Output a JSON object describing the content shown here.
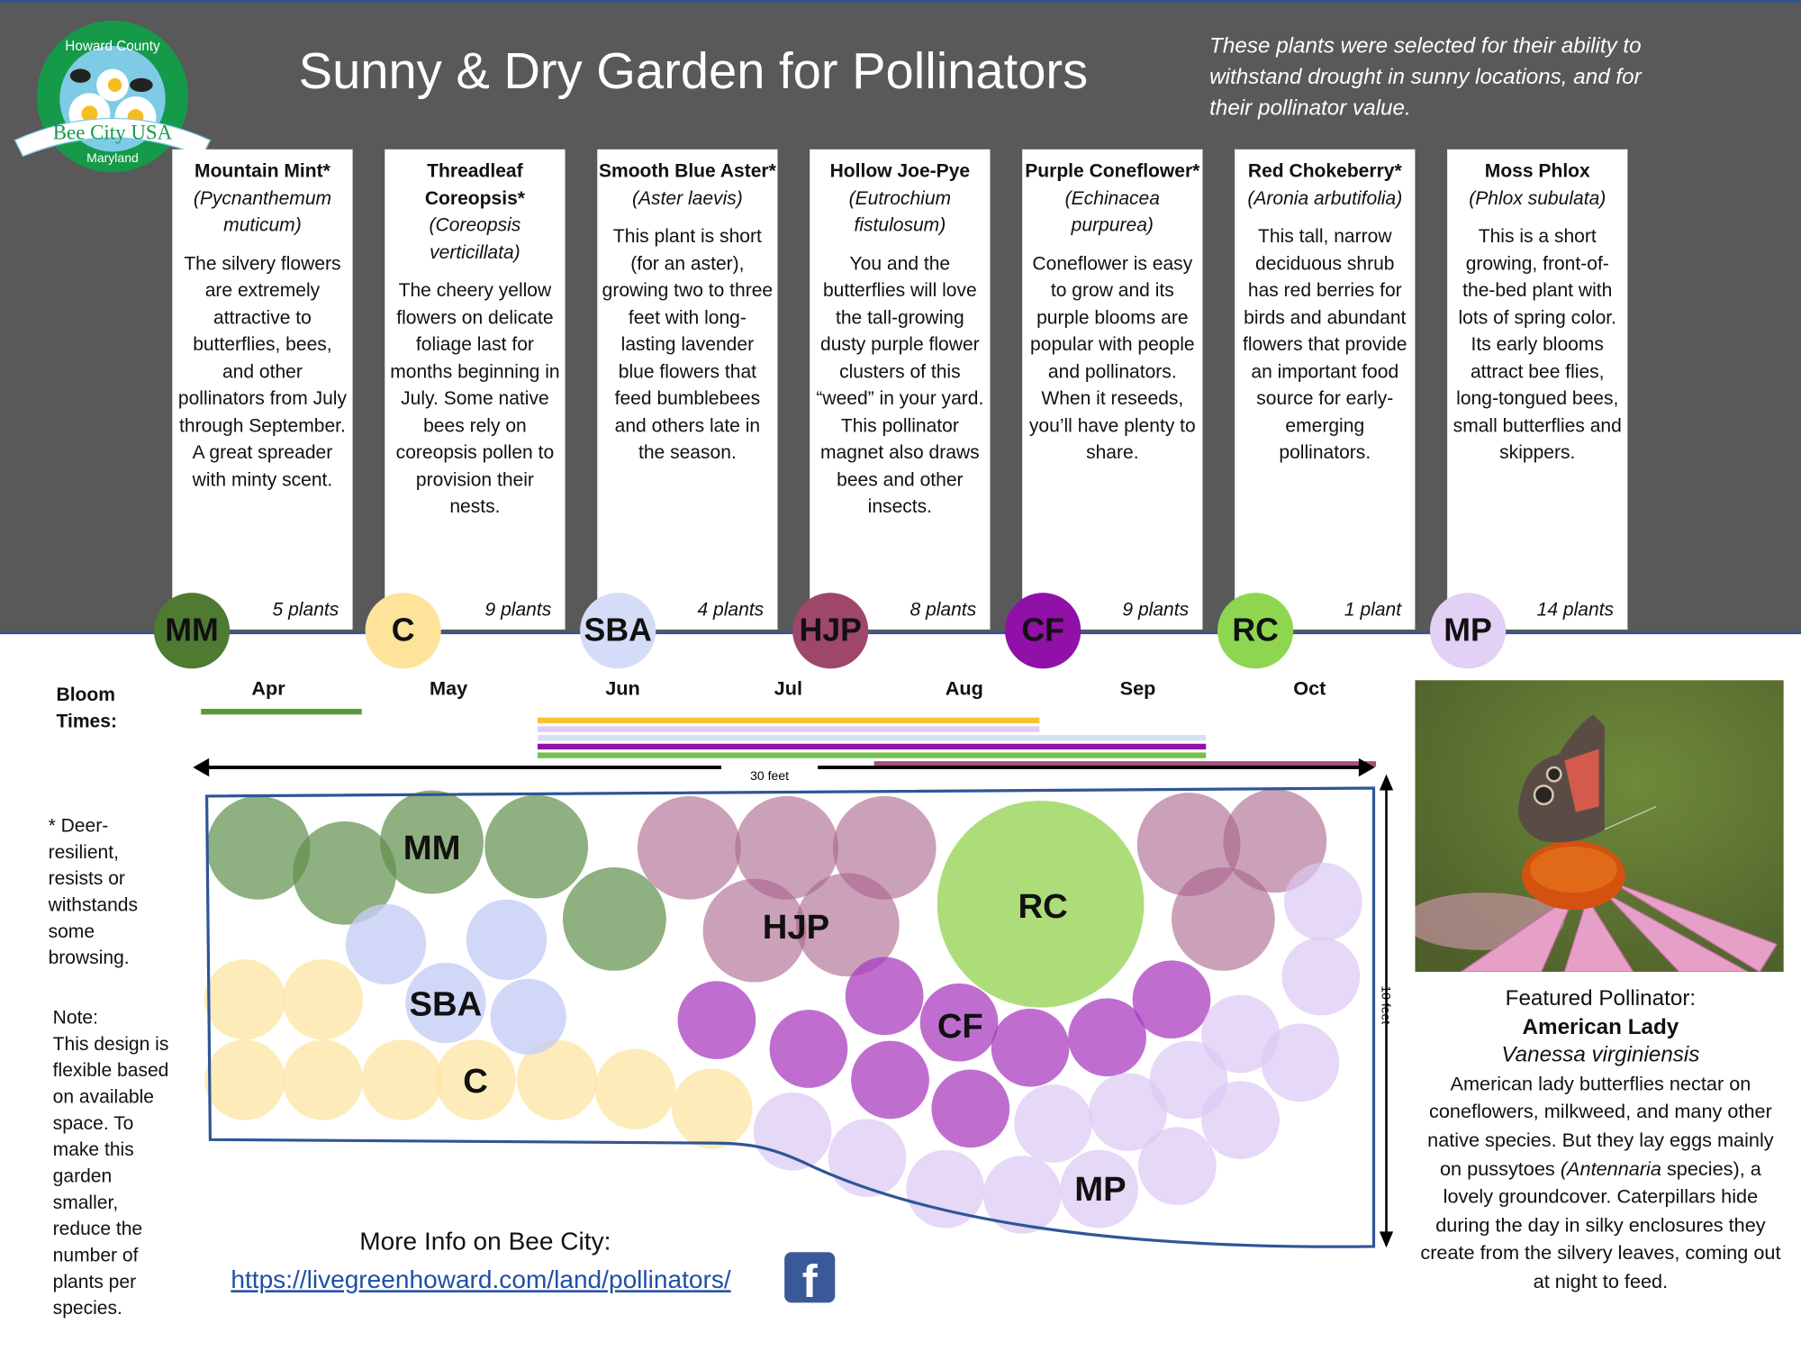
{
  "header": {
    "title": "Sunny & Dry Garden for Pollinators",
    "intro": "These plants were selected for their ability to withstand drought in sunny locations, and for their pollinator value.",
    "logo": {
      "top_text": "Howard County",
      "middle_text": "Bee City USA",
      "bottom_text": "Maryland"
    },
    "background": "#595959"
  },
  "plants": [
    {
      "code": "MM",
      "name": "Mountain Mint*",
      "scientific": "(Pycnanthemum muticum)",
      "description": "The silvery flowers are extremely attractive to butterflies, bees, and other pollinators from July through September. A great spreader with minty scent.",
      "count": "5 plants",
      "color": "#4e7a32",
      "garden_color": "#5f8f4a"
    },
    {
      "code": "C",
      "name": "Threadleaf Coreopsis*",
      "scientific": "(Coreopsis verticillata)",
      "description": "The cheery yellow flowers on delicate foliage last for months beginning in July. Some native bees rely on coreopsis pollen to provision their nests.",
      "count": "9 plants",
      "color": "#fde49a",
      "garden_color": "#fde6a8"
    },
    {
      "code": "SBA",
      "name": "Smooth Blue Aster*",
      "scientific": "(Aster laevis)",
      "description": "This plant is short (for an aster), growing two to three feet with long-lasting lavender blue flowers that feed bumblebees and others late in the season.",
      "count": "4 plants",
      "color": "#d5dcf7",
      "garden_color": "#c5cdf4"
    },
    {
      "code": "HJP",
      "name": "Hollow Joe-Pye",
      "scientific": "(Eutrochium fistulosum)",
      "description": "You and the butterflies will love the tall-growing dusty purple flower clusters of this “weed” in your yard. This pollinator magnet also draws bees and other insects.",
      "count": "8 plants",
      "color": "#9e476b",
      "garden_color": "#a8638a"
    },
    {
      "code": "CF",
      "name": "Purple Coneflower*",
      "scientific": "(Echinacea purpurea)",
      "description": "Coneflower is easy to grow and its purple blooms are popular with people and pollinators. When it reseeds, you’ll have plenty to share.",
      "count": "9 plants",
      "color": "#9010a8",
      "garden_color": "#a93dc0"
    },
    {
      "code": "RC",
      "name": "Red Chokeberry*",
      "scientific": "(Aronia arbutifolia)",
      "description": "This tall, narrow deciduous shrub has red berries for birds and abundant flowers that provide an important food source for early-emerging pollinators.",
      "count": "1 plant",
      "color": "#8fd650",
      "garden_color": "#a4d96a"
    },
    {
      "code": "MP",
      "name": "Moss Phlox",
      "scientific": "(Phlox subulata)",
      "description": "This is a short growing, front-of-the-bed plant with lots of spring color. Its early blooms attract bee flies, long-tongued bees, small butterflies and skippers.",
      "count": "14 plants",
      "color": "#e3d0f5",
      "garden_color": "#dcc8f4"
    }
  ],
  "bloom": {
    "label": "Bloom Times:",
    "months": [
      "Apr",
      "May",
      "Jun",
      "Jul",
      "Aug",
      "Sep",
      "Oct"
    ],
    "bars": [
      {
        "plant": "MM",
        "color": "#5b9a3c",
        "start": "Apr",
        "end": "May"
      },
      {
        "plant": "C",
        "color": "#f2c335",
        "start": "Jun",
        "end": "Aug"
      },
      {
        "plant": "MP",
        "color": "#e0ccf2",
        "start": "Jun",
        "end": "Aug"
      },
      {
        "plant": "SBA",
        "color": "#d7def7",
        "start": "Jun",
        "end": "Sep"
      },
      {
        "plant": "CF",
        "color": "#9010a8",
        "start": "Jun",
        "end": "Sep"
      },
      {
        "plant": "RC",
        "color": "#74c24e",
        "start": "Jun",
        "end": "Sep"
      },
      {
        "plant": "HJP",
        "color": "#a4507a",
        "start": "Jul",
        "end": "Oct"
      }
    ]
  },
  "garden": {
    "width_label": "30 feet",
    "depth_label": "10 feet",
    "outline_color": "#2f5597"
  },
  "notes": {
    "deer": "* Deer-resilient, resists or withstands some browsing.",
    "note_title": "Note:",
    "note": "This design is flexible based on available space. To make this garden smaller, reduce the number of plants per species."
  },
  "more_info": {
    "label": "More Info on Bee City:",
    "link": "https://livegreenhoward.com/land/pollinators/",
    "icon": "facebook-icon"
  },
  "featured": {
    "heading": "Featured Pollinator:",
    "common_name": "American Lady",
    "scientific": "Vanessa virginiensis",
    "text_1": "American lady butterflies nectar on coneflowers, milkweed, and many other native species. But they lay eggs mainly on pussytoes",
    "text_italic": "(Antennaria",
    "text_2": "species), a lovely groundcover. Caterpillars hide during the day in silky enclosures they create from the silvery leaves, coming out at night to feed."
  }
}
